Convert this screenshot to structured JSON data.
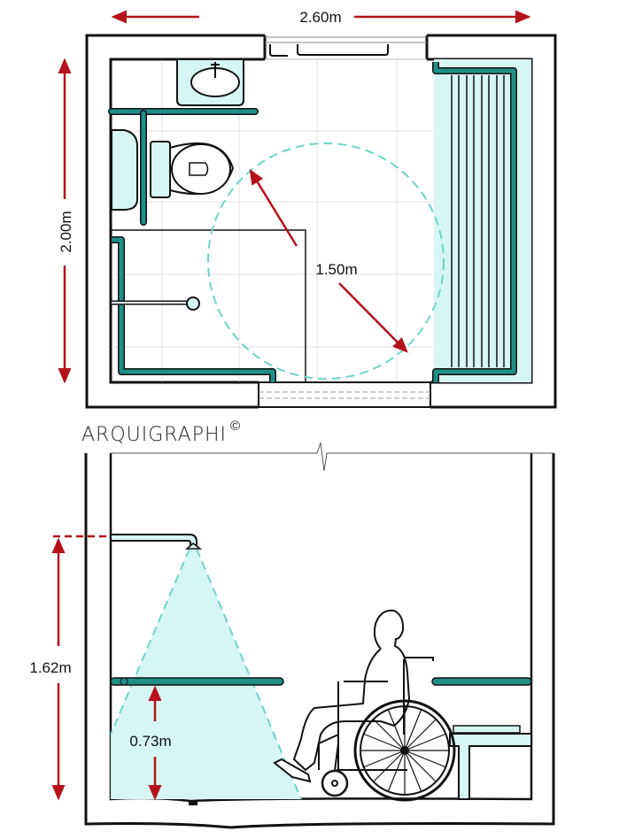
{
  "plan": {
    "width_label": "2.60m",
    "depth_label": "2.00m",
    "turning_circle_label": "1.50m"
  },
  "logo": {
    "text": "ARQUIGRAPHI",
    "copyright": "©"
  },
  "elevation": {
    "shower_height_label": "1.62m",
    "grab_bar_height_label": "0.73m"
  },
  "colors": {
    "dimension": "#b5121b",
    "fixture_fill": "#d6f6f4",
    "grab_bar": "#1f8f86",
    "wall": "#111111",
    "tile_grid": "#dddddd"
  }
}
